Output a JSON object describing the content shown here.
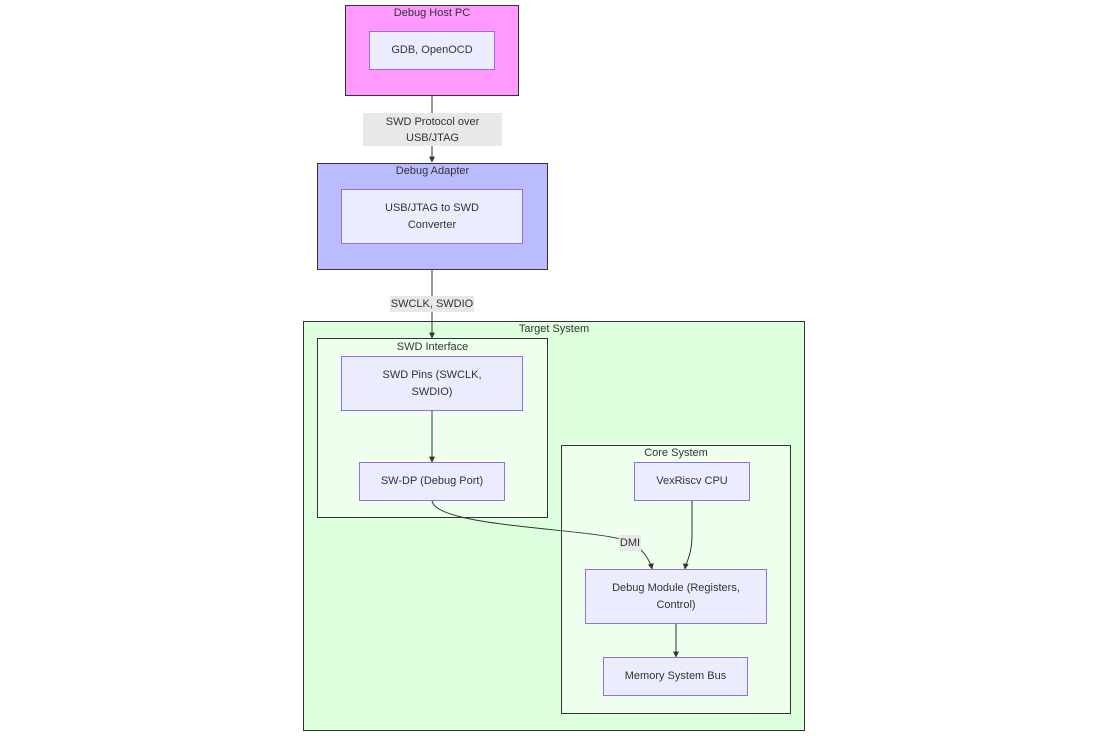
{
  "clusters": {
    "host": {
      "title": "Debug Host PC",
      "fill": "#FF99FF"
    },
    "adapter": {
      "title": "Debug Adapter",
      "fill": "#BBBBFF"
    },
    "target": {
      "title": "Target System",
      "fill": "#DDFFDD"
    },
    "swd": {
      "title": "SWD Interface",
      "fill": "#EEFFEE"
    },
    "core": {
      "title": "Core System",
      "fill": "#EEFFEE"
    }
  },
  "nodes": {
    "gdb": "GDB, OpenOCD",
    "converter": "USB/JTAG to SWD Converter",
    "pins": "SWD Pins (SWCLK, SWDIO)",
    "swdp": "SW-DP (Debug Port)",
    "cpu": "VexRiscv CPU",
    "debug_module": "Debug Module (Registers, Control)",
    "memory": "Memory System Bus"
  },
  "edge_labels": {
    "host_to_adapter": "SWD Protocol over USB/JTAG",
    "adapter_to_target": "SWCLK, SWDIO",
    "swdp_to_dm": "DMI"
  },
  "colors": {
    "node_fill": "#ECECFF",
    "node_border": "#9370DB",
    "edge": "#333333"
  }
}
